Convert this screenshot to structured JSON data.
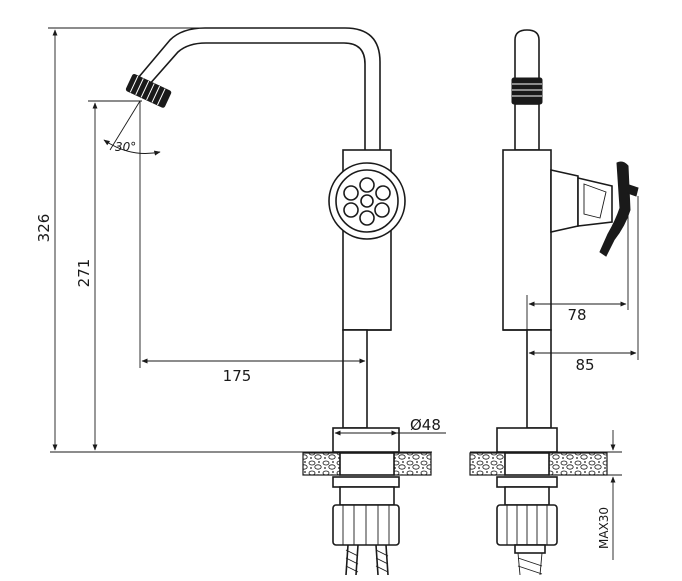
{
  "dimensions": {
    "total_height": "326",
    "spout_height": "271",
    "spout_reach": "175",
    "spout_angle": "30°",
    "base_diameter": "Ø48",
    "handle_depth_1": "78",
    "handle_depth_2": "85",
    "max_thickness": "MAX30"
  }
}
